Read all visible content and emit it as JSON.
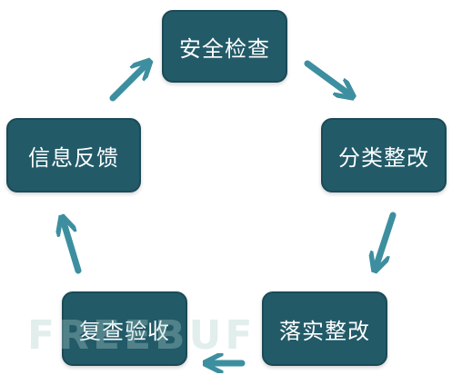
{
  "nodes": {
    "check": "安全检查",
    "classify": "分类整改",
    "implement": "落实整改",
    "review": "复查验收",
    "feedback": "信息反馈"
  },
  "watermark": "FREEBUF",
  "colors": {
    "node_fill": "#225a68",
    "node_border": "#1b4a56",
    "arrow": "#3d8fa0"
  }
}
